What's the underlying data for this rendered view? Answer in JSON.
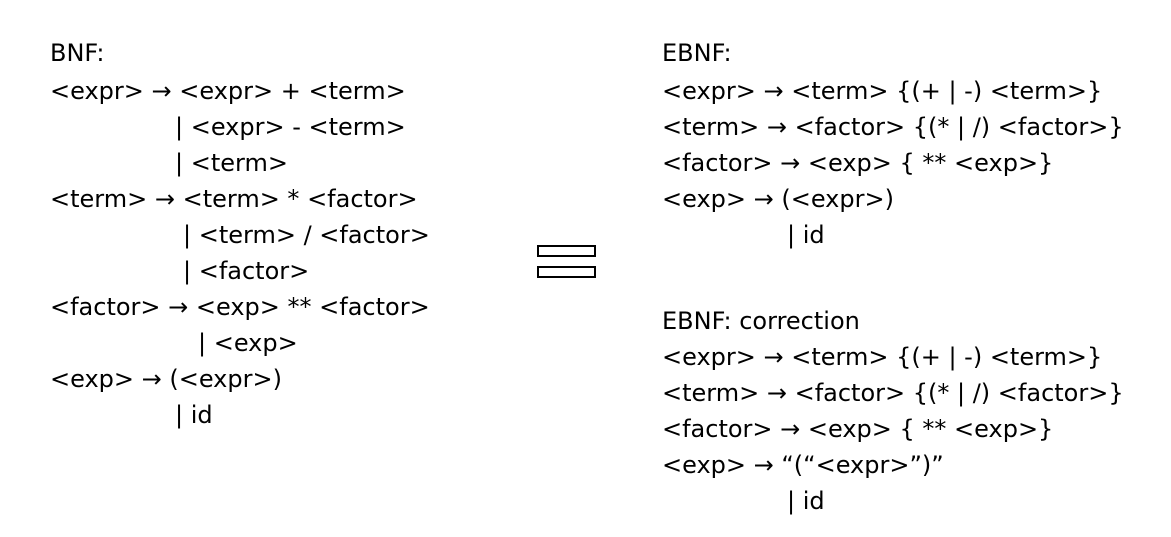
{
  "bnf": {
    "title": "BNF:",
    "lines": [
      "<expr> → <expr> + <term>",
      "| <expr> - <term>",
      "| <term>",
      "<term> → <term> * <factor>",
      "| <term> / <factor>",
      "| <factor>",
      "<factor> → <exp> ** <factor>",
      "| <exp>",
      "<exp> → (<expr>)",
      "| id"
    ]
  },
  "ebnf": {
    "title": "EBNF:",
    "lines": [
      "<expr> → <term> {(+ | -) <term>}",
      "<term> → <factor> {(* | /) <factor>}",
      "<factor> → <exp> { ** <exp>}",
      "<exp> → (<expr>)",
      "| id"
    ]
  },
  "ebnf_correction": {
    "title": "EBNF: correction",
    "lines": [
      "<expr> → <term> {(+ | -) <term>}",
      "<term> → <factor> {(* | /) <factor>}",
      "<factor> → <exp> { ** <exp>}",
      "<exp> → “(“<expr>”)”",
      "| id"
    ]
  }
}
